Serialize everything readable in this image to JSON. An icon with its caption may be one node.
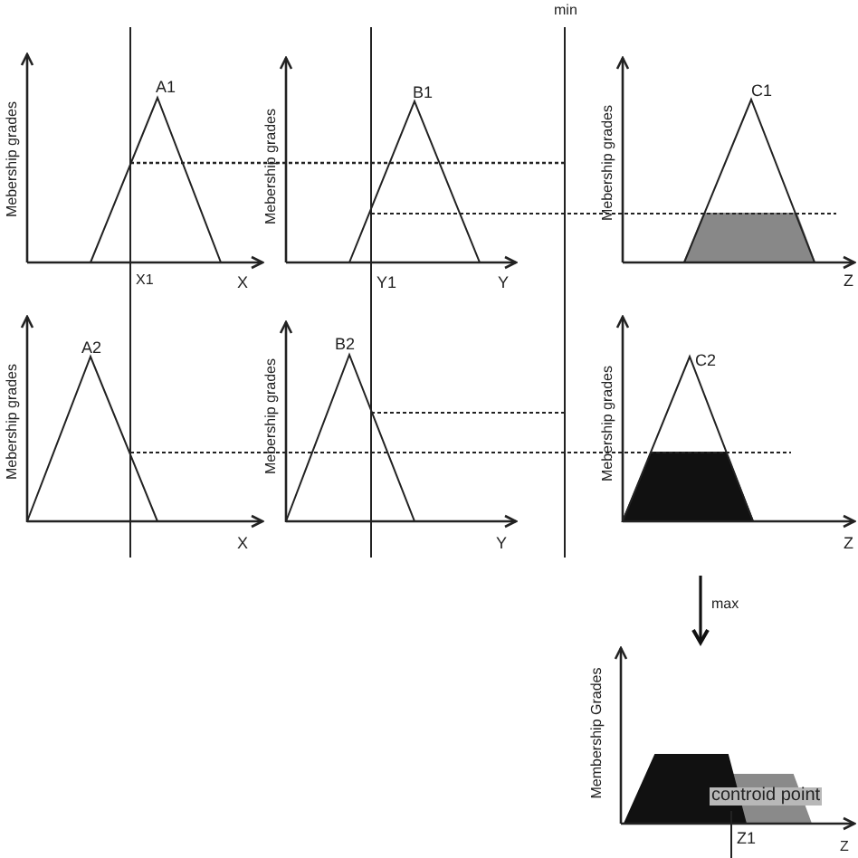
{
  "diagram": {
    "labels": [
      "min",
      "Mebership grades",
      "A1",
      "X1",
      "X",
      "Mebership grades",
      "B1",
      "Y1",
      "Y",
      "Mebership grades",
      "C1",
      "Z",
      "Mebership grades",
      "A2",
      "X",
      "Mebership grades",
      "B2",
      "Y",
      "Mebership grades",
      "C2",
      "Z",
      "max",
      "Membership Grades",
      "controid point",
      "Z1",
      "Z"
    ]
  }
}
